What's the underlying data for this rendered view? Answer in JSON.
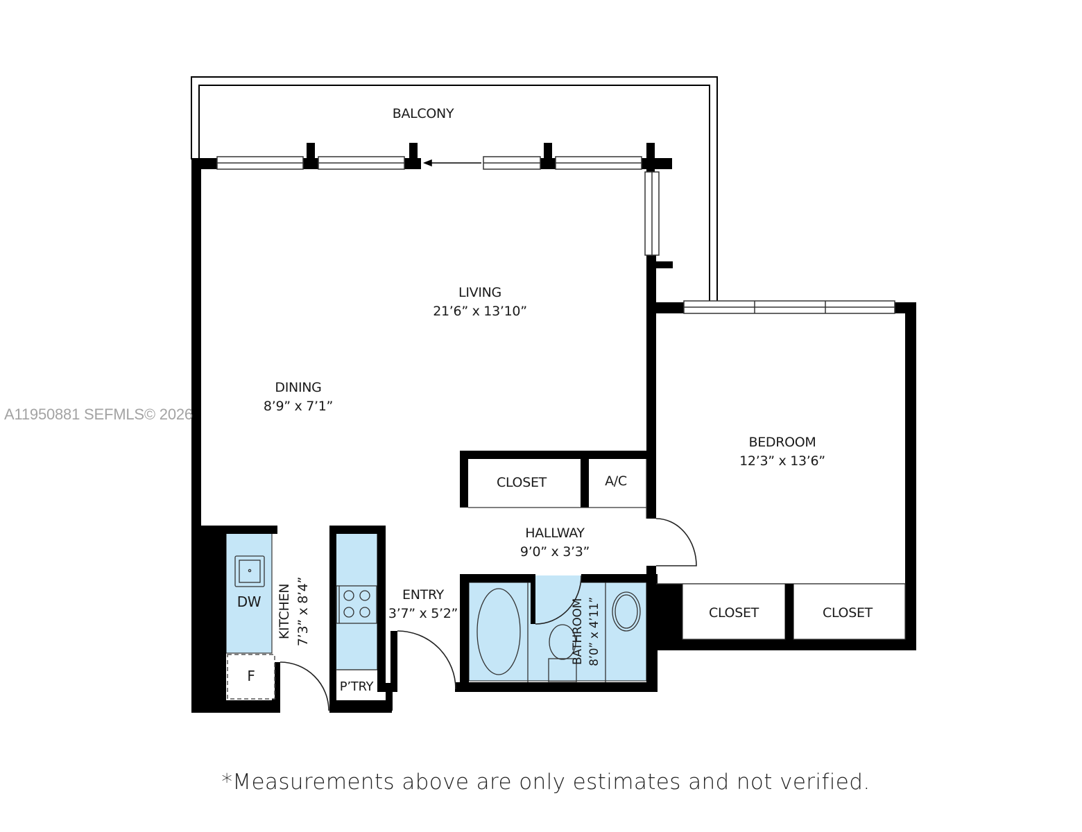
{
  "floorplan": {
    "rooms": [
      {
        "id": "balcony",
        "name": "BALCONY",
        "dimensions": ""
      },
      {
        "id": "living",
        "name": "LIVING",
        "dimensions": "21’6” x 13’10”"
      },
      {
        "id": "dining",
        "name": "DINING",
        "dimensions": "8’9” x 7’1”"
      },
      {
        "id": "bedroom",
        "name": "BEDROOM",
        "dimensions": "12’3” x 13’6”"
      },
      {
        "id": "closet_hall",
        "name": "CLOSET",
        "dimensions": ""
      },
      {
        "id": "ac",
        "name": "A/C",
        "dimensions": ""
      },
      {
        "id": "hallway",
        "name": "HALLWAY",
        "dimensions": "9’0” x 3’3”"
      },
      {
        "id": "kitchen",
        "name": "KITCHEN",
        "dimensions": "7’3” x 8’4”"
      },
      {
        "id": "entry",
        "name": "ENTRY",
        "dimensions": "3’7” x 5’2”"
      },
      {
        "id": "bathroom",
        "name": "BATHROOM",
        "dimensions": "8’0” x 4’11”"
      },
      {
        "id": "closet_bed_1",
        "name": "CLOSET",
        "dimensions": ""
      },
      {
        "id": "closet_bed_2",
        "name": "CLOSET",
        "dimensions": ""
      },
      {
        "id": "pantry",
        "name": "P’TRY",
        "dimensions": ""
      }
    ],
    "fixtures": {
      "dishwasher": "DW",
      "fridge": "F"
    },
    "colors": {
      "wall": "#000000",
      "wet_area": "#c5e6f7",
      "background": "#ffffff",
      "text": "#1a1a1a",
      "watermark": "#9a9a9a"
    }
  },
  "watermark": "A11950881  SEFMLS© 2026",
  "disclaimer": "*Measurements above are only estimates and not verified."
}
